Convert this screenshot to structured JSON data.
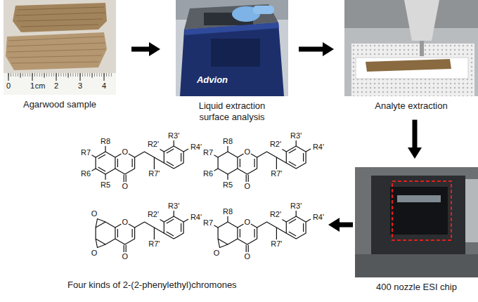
{
  "diagram": {
    "nodes": [
      {
        "text": [
          "Agarwood sample"
        ]
      },
      {
        "text": [
          "Liquid extraction surface analysis"
        ]
      },
      {
        "text": [
          "Analyte extraction"
        ]
      },
      {
        "text": [
          "400 nozzle ESI chip"
        ]
      },
      {
        "text": [
          "Four kinds of 2-(2-phenylethyl)chromones"
        ]
      }
    ],
    "edges": [
      {
        "from": 0,
        "to": 1,
        "arrow": "to"
      },
      {
        "from": 1,
        "to": 2,
        "arrow": "to"
      },
      {
        "from": 2,
        "to": 3,
        "arrow": "to"
      },
      {
        "from": 3,
        "to": 4,
        "arrow": "to"
      }
    ],
    "labels": [
      "0",
      "1",
      "cm",
      "2",
      "3",
      "4",
      "Advion",
      "R8",
      "R7",
      "R6",
      "R5",
      "O",
      "O",
      "R2'",
      "R3'",
      "R4'",
      "R7'",
      "R8",
      "R7",
      "R6",
      "R5",
      "O",
      "O",
      "R2'",
      "R3'",
      "R4'",
      "R7'",
      "O",
      "O",
      "O",
      "O",
      "R2'",
      "R3'",
      "R4'",
      "R7'",
      "R8",
      "R7",
      "O",
      "O",
      "O",
      "R2'",
      "R3'",
      "R4'",
      "R7'"
    ]
  }
}
